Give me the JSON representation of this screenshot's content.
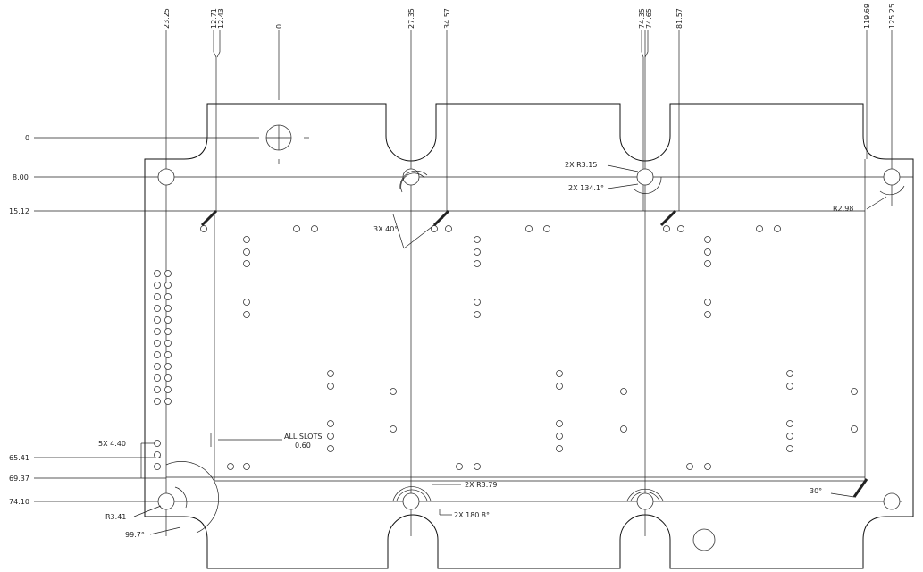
{
  "drawing": {
    "x_dims": [
      "23.25",
      "12.71",
      "12.43",
      "0",
      "27.35",
      "34.57",
      "74.35",
      "74.65",
      "81.57",
      "119.69",
      "125.25"
    ],
    "y_dims": [
      "0",
      "8.00",
      "15.12",
      "65.41",
      "69.37",
      "74.10"
    ],
    "notes": {
      "r315": "2X R3.15",
      "a1341": "2X 134.1°",
      "r298": "R2.98",
      "a40": "3X 40°",
      "slots1": "ALL SLOTS",
      "slots2": "0.60",
      "d440": "5X 4.40",
      "r379": "2X R3.79",
      "a1808": "2X 180.8°",
      "a30": "30°",
      "r341": "R3.41",
      "a997": "99.7°"
    }
  }
}
